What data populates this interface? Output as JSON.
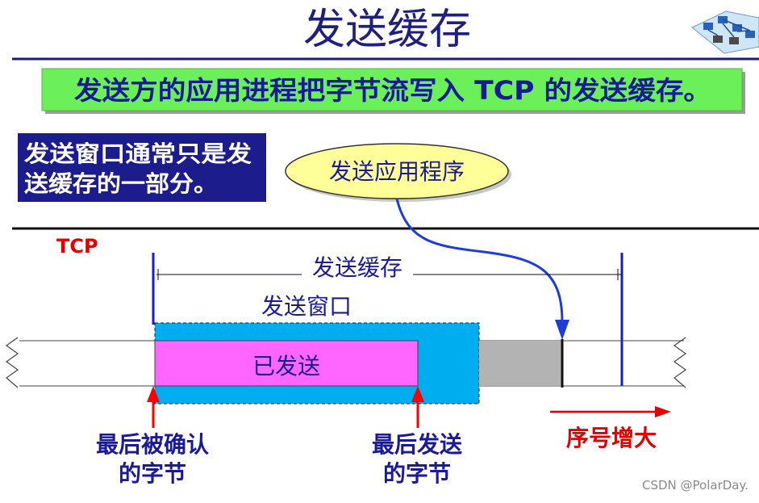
{
  "title": "发送缓存",
  "banner": "发送方的应用进程把字节流写入 TCP 的发送缓存。",
  "note": {
    "line1": "发送窗口通常只是发",
    "line2": "送缓存的一部分。"
  },
  "app_bubble": "发送应用程序",
  "tcp_label": "TCP",
  "send_buffer_label": "发送缓存",
  "send_window_label": "发送窗口",
  "sent_label": "已发送",
  "pointers": [
    {
      "line1": "最后被确认",
      "line2": "的字节"
    },
    {
      "line1": "最后发送",
      "line2": "的字节"
    }
  ],
  "seq_increase_label": "序号增大",
  "watermark": "CSDN @PolarDay.",
  "icons": {
    "network": "network-icon",
    "arrow_write": "curved-arrow-icon",
    "arrow_pointer": "up-arrow-icon",
    "arrow_seq": "right-arrow-icon"
  },
  "colors": {
    "title_text": "#1f1f80",
    "rule": "#1a1a80",
    "banner_bg": "#6cf05a",
    "banner_text": "#1a1a99",
    "note_bg": "#1c1c8c",
    "note_text": "#ffffff",
    "bubble_bg": "#ffff99",
    "label_text": "#1a1a99",
    "tcp_red": "#e00000",
    "boundary_blue": "#1a1ad0",
    "write_arrow": "#1e3cd8",
    "window_fill": "#00aeef",
    "sent_fill": "#ff66ff",
    "unsent_fill": "#b3b3b3",
    "pointer_red": "#ff0000",
    "watermark": "#8a8a8a"
  }
}
